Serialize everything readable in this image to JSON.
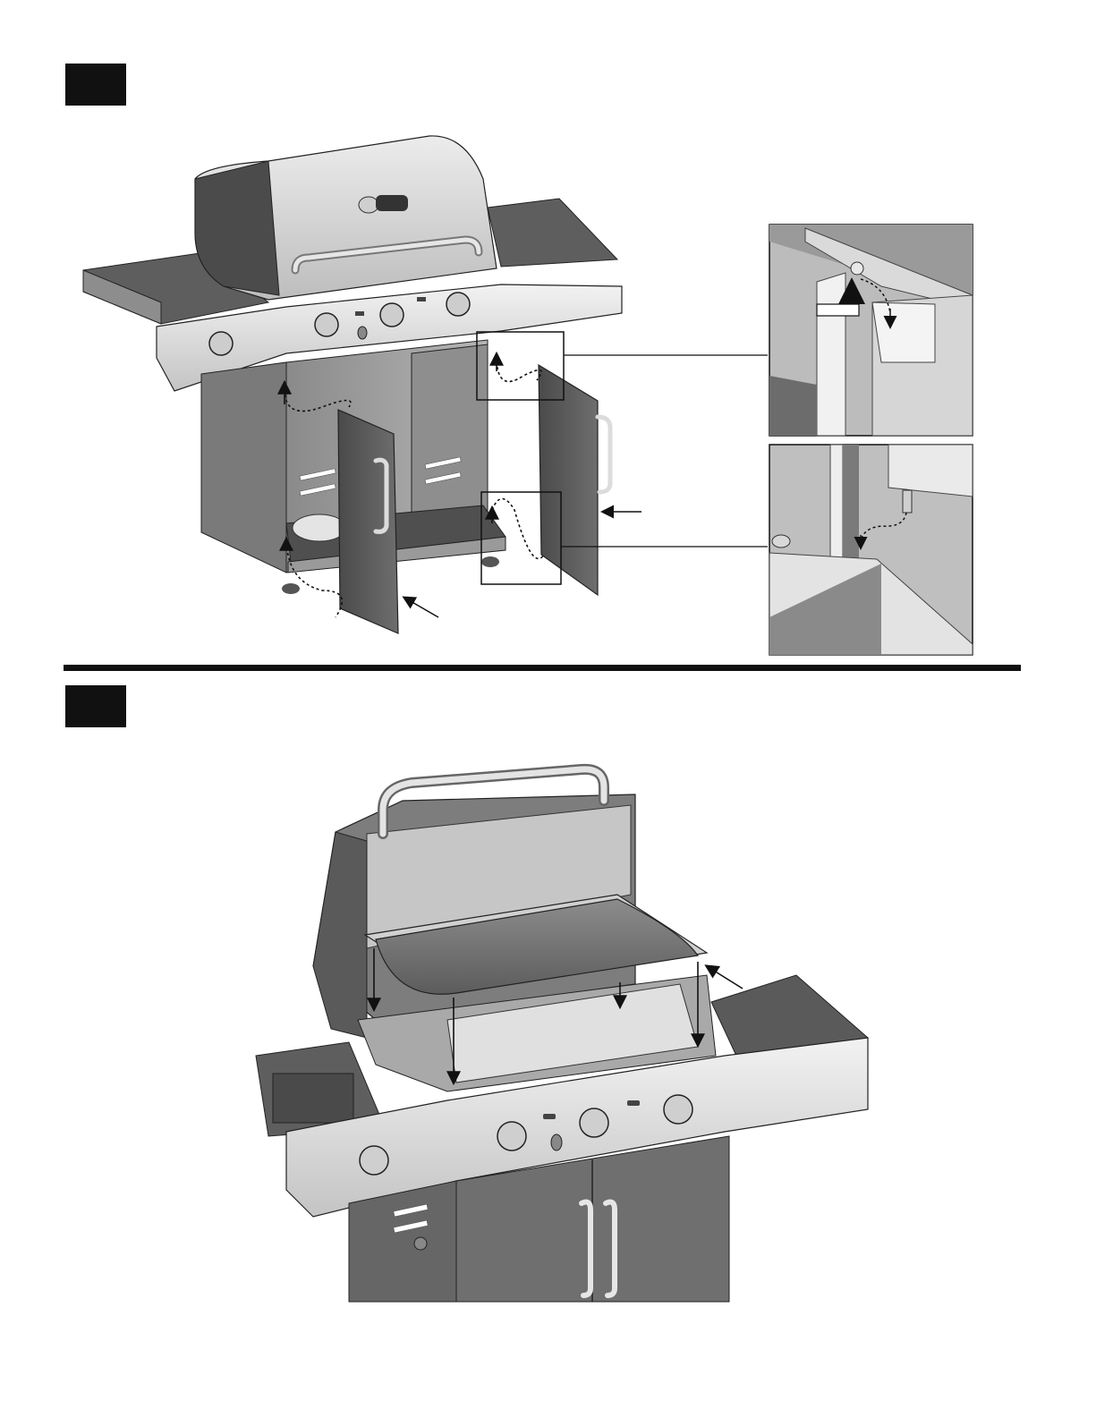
{
  "steps": [
    {
      "id": "step-1",
      "number_label": ""
    },
    {
      "id": "step-2",
      "number_label": ""
    }
  ],
  "colors": {
    "ink": "#111111",
    "steel_light": "#d8d8d8",
    "steel_mid": "#a9a9a9",
    "steel_dark": "#6a6a6a",
    "panel_dark": "#555555",
    "background": "#ffffff"
  },
  "detail_callouts": [
    {
      "id": "hinge-top-detail",
      "label": ""
    },
    {
      "id": "hinge-bottom-detail",
      "label": ""
    }
  ]
}
